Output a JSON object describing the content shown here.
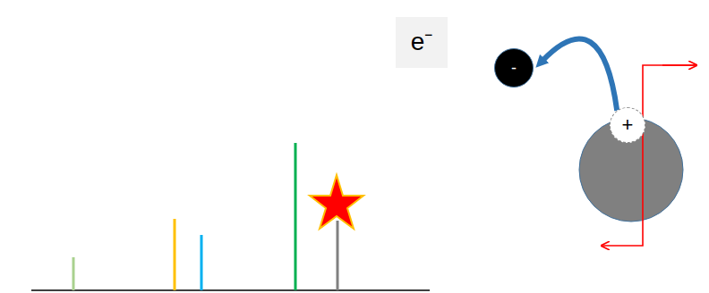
{
  "diagram": {
    "nodes": [
      {
        "text": [
          "e⁻"
        ]
      },
      {
        "text": [
          "-"
        ]
      },
      {
        "text": [
          "+"
        ]
      }
    ],
    "edges": [
      {
        "from": 2,
        "to": 1,
        "arrow": "to"
      }
    ]
  }
}
